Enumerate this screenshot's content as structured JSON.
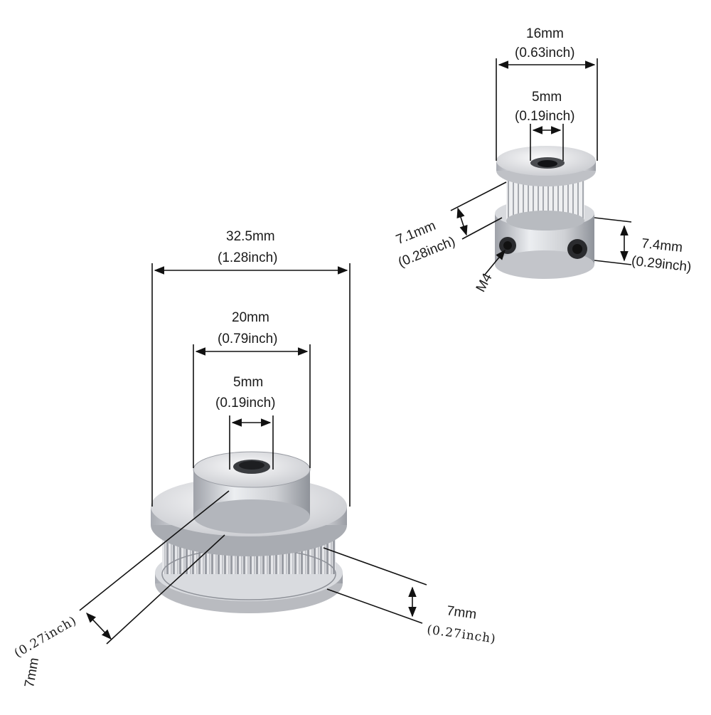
{
  "large_pulley": {
    "outer_diameter": {
      "mm": "32.5mm",
      "inch": "(1.28inch)"
    },
    "hub_diameter": {
      "mm": "20mm",
      "inch": "(0.79inch)"
    },
    "bore": {
      "mm": "5mm",
      "inch": "(0.19inch)"
    },
    "hub_height": {
      "mm": "7mm",
      "inch": "(0.27inch)"
    },
    "tooth_width": {
      "mm": "7mm",
      "inch": "(0.27inch)"
    }
  },
  "small_pulley": {
    "outer_diameter": {
      "mm": "16mm",
      "inch": "(0.63inch)"
    },
    "bore": {
      "mm": "5mm",
      "inch": "(0.19inch)"
    },
    "tooth_height": {
      "mm": "7.1mm",
      "inch": "(0.28inch)"
    },
    "hub_height": {
      "mm": "7.4mm",
      "inch": "(0.29inch)"
    },
    "set_screw": "M4"
  },
  "colors": {
    "metal_light": "#f4f4f6",
    "metal_mid": "#c9cbd0",
    "metal_dark": "#8d9098",
    "line": "#111111"
  }
}
